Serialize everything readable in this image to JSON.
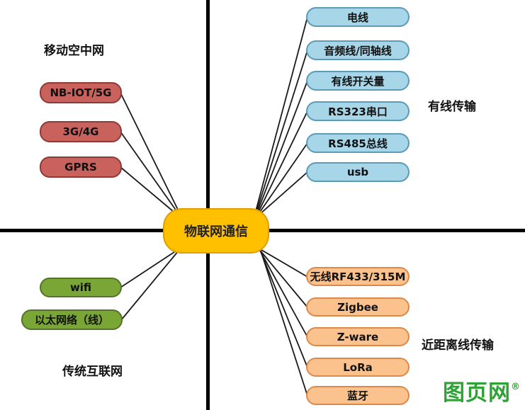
{
  "center": {
    "label": "物联网通信"
  },
  "quadrants": {
    "top_left": {
      "title": "移动空中网",
      "items": [
        "NB-IOT/5G",
        "3G/4G",
        "GPRS"
      ]
    },
    "top_right": {
      "title": "有线传输",
      "items": [
        "电线",
        "音频线/同轴线",
        "有线开关量",
        "RS323串口",
        "RS485总线",
        "usb"
      ]
    },
    "bottom_left": {
      "title": "传统互联网",
      "items": [
        "wifi",
        "以太网络（线）"
      ]
    },
    "bottom_right": {
      "title": "近距离线传输",
      "items": [
        "无线RF433/315M",
        "Zigbee",
        "Z-ware",
        "LoRa",
        "蓝牙"
      ]
    }
  },
  "watermark": {
    "name": "图页网",
    "mark": "®"
  },
  "colors": {
    "center-bg": "#FFC000",
    "center-border": "#E09E00",
    "red-bg": "#C9615C",
    "red-border": "#8E3B37",
    "blue-bg": "#A6D6E8",
    "blue-border": "#5B9BB5",
    "green-bg": "#7AA635",
    "green-border": "#55732B",
    "orange-bg": "#FBC28D",
    "orange-border": "#DB8A4A",
    "watermark": "#2FA235"
  }
}
